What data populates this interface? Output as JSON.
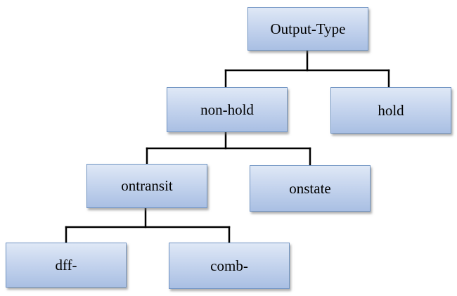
{
  "diagram": {
    "root": "Output-Type",
    "nodes": {
      "output_type": "Output-Type",
      "non_hold": "non-hold",
      "hold": "hold",
      "ontransit": "ontransit",
      "onstate": "onstate",
      "dff": "dff-",
      "comb": "comb-"
    },
    "edges": [
      {
        "from": "Output-Type",
        "to": "non-hold"
      },
      {
        "from": "Output-Type",
        "to": "hold"
      },
      {
        "from": "non-hold",
        "to": "ontransit"
      },
      {
        "from": "non-hold",
        "to": "onstate"
      },
      {
        "from": "ontransit",
        "to": "dff-"
      },
      {
        "from": "ontransit",
        "to": "comb-"
      }
    ],
    "colors": {
      "node_fill": "#c6d5ee",
      "node_border": "#6f93c2",
      "connector": "#000000"
    }
  }
}
